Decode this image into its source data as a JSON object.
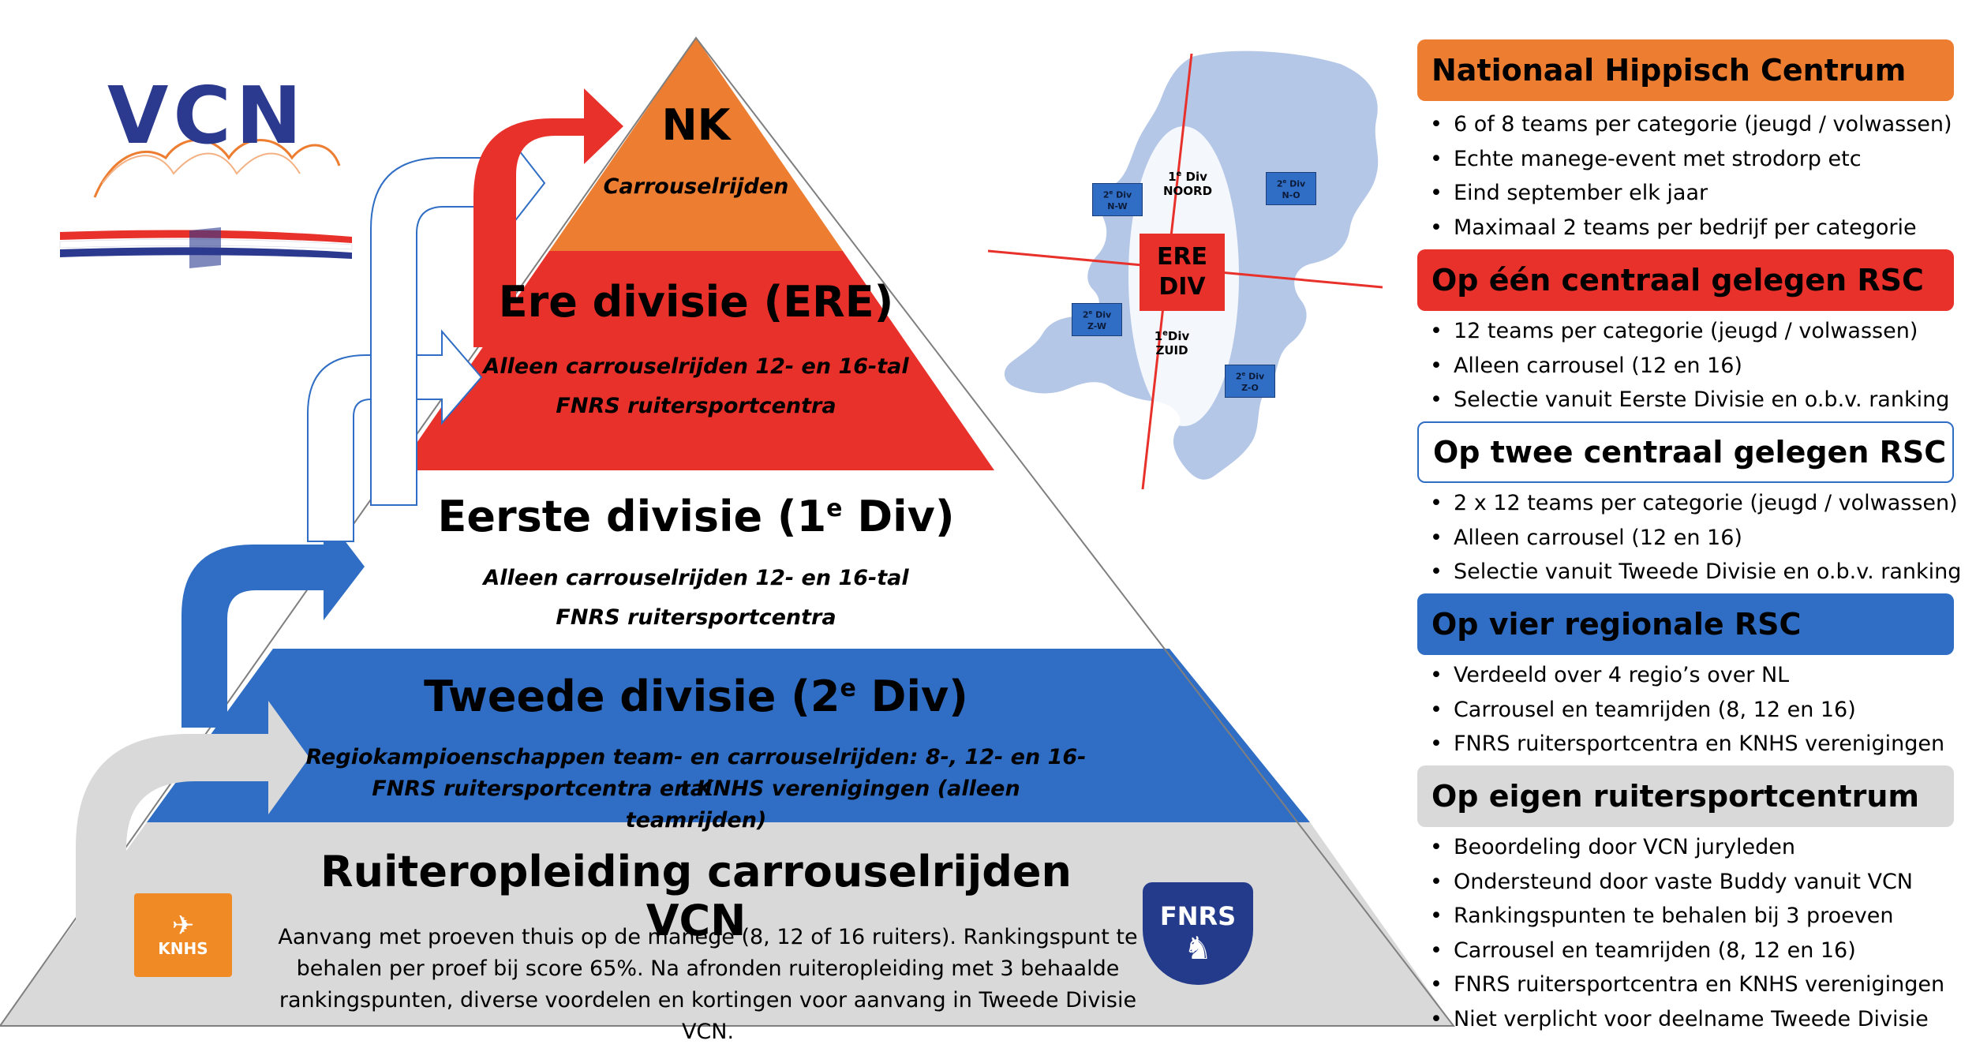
{
  "logo": {
    "text": "VCN"
  },
  "pyramid": {
    "tiers": [
      {
        "title": "NK",
        "subtitle": [
          "Carrouselrijden"
        ],
        "color": "#ed7d31"
      },
      {
        "title": "Ere divisie (ERE)",
        "subtitle": [
          "Alleen carrouselrijden 12- en 16-tal",
          "FNRS ruitersportcentra"
        ],
        "color": "#e8312a"
      },
      {
        "title_main": "Eerste divisie (1",
        "title_sup": "e",
        "title_end": " Div)",
        "subtitle": [
          "Alleen carrouselrijden 12- en 16-tal",
          "FNRS ruitersportcentra"
        ],
        "color": "#ffffff"
      },
      {
        "title_main": "Tweede divisie (2",
        "title_sup": "e",
        "title_end": " Div)",
        "subtitle": [
          "Regiokampioenschappen  team- en carrouselrijden: 8-, 12- en 16-tal",
          "FNRS ruitersportcentra en KNHS verenigingen (alleen teamrijden)"
        ],
        "color": "#2f6ec4"
      },
      {
        "title": "Ruiteropleiding carrouselrijden VCN",
        "body": "Aanvang met proeven thuis op de manege (8, 12 of 16 ruiters). Rankingspunt te behalen per proef bij score 65%. Na afronden ruiteropleiding met 3 behaalde rankingspunten, diverse voordelen en kortingen voor aanvang in Tweede Divisie VCN.",
        "color": "#d9d9d9"
      }
    ]
  },
  "badges": {
    "knhs": "KNHS",
    "fnrs": "FNRS"
  },
  "map": {
    "ere": [
      "ERE",
      "DIV"
    ],
    "div1_noord": {
      "main": "1",
      "sup": "e",
      "rest": " Div",
      "line2": "NOORD"
    },
    "div1_zuid": {
      "main": "1",
      "sup": "e",
      "rest": "Div",
      "line2": "ZUID"
    },
    "div2_nw": {
      "main": "2",
      "sup": "e",
      "rest": " Div",
      "line2": "N-W"
    },
    "div2_no": {
      "main": "2",
      "sup": "e",
      "rest": " Div",
      "line2": "N-O"
    },
    "div2_zw": {
      "main": "2",
      "sup": "e",
      "rest": " Div",
      "line2": "Z-W"
    },
    "div2_zo": {
      "main": "2",
      "sup": "e",
      "rest": " Div",
      "line2": "Z-O"
    }
  },
  "info": [
    {
      "title": "Nationaal Hippisch Centrum",
      "bg": "#ed7d31",
      "fg": "#000000",
      "items": [
        "6 of 8 teams per categorie (jeugd / volwassen)",
        "Echte manege-event met strodorp etc",
        "Eind september elk jaar",
        "Maximaal 2 teams per bedrijf per categorie"
      ]
    },
    {
      "title": "Op één centraal gelegen RSC",
      "bg": "#e8312a",
      "fg": "#000000",
      "items": [
        "12 teams per categorie (jeugd / volwassen)",
        "Alleen carrousel (12 en 16)",
        "Selectie vanuit Eerste Divisie en o.b.v. ranking"
      ]
    },
    {
      "title": "Op twee centraal gelegen RSC",
      "bg": "#ffffff",
      "fg": "#000000",
      "items": [
        "2 x 12 teams per categorie (jeugd / volwassen)",
        "Alleen carrousel (12 en 16)",
        "Selectie vanuit Tweede Divisie en o.b.v. ranking"
      ]
    },
    {
      "title": "Op vier regionale RSC",
      "bg": "#2f6ec4",
      "fg": "#000000",
      "items": [
        "Verdeeld over 4 regio’s over NL",
        "Carrousel en teamrijden  (8, 12 en 16)",
        "FNRS ruitersportcentra  en KNHS verenigingen"
      ]
    },
    {
      "title": "Op eigen ruitersportcentrum",
      "bg": "#d9d9d9",
      "fg": "#000000",
      "items": [
        "Beoordeling door  VCN juryleden",
        "Ondersteund door vaste Buddy vanuit VCN",
        "Rankingspunten te behalen bij 3 proeven",
        "Carrousel en teamrijden  (8, 12 en 16)",
        "FNRS ruitersportcentra  en KNHS verenigingen",
        "Niet verplicht voor deelname Tweede Divisie"
      ]
    }
  ]
}
